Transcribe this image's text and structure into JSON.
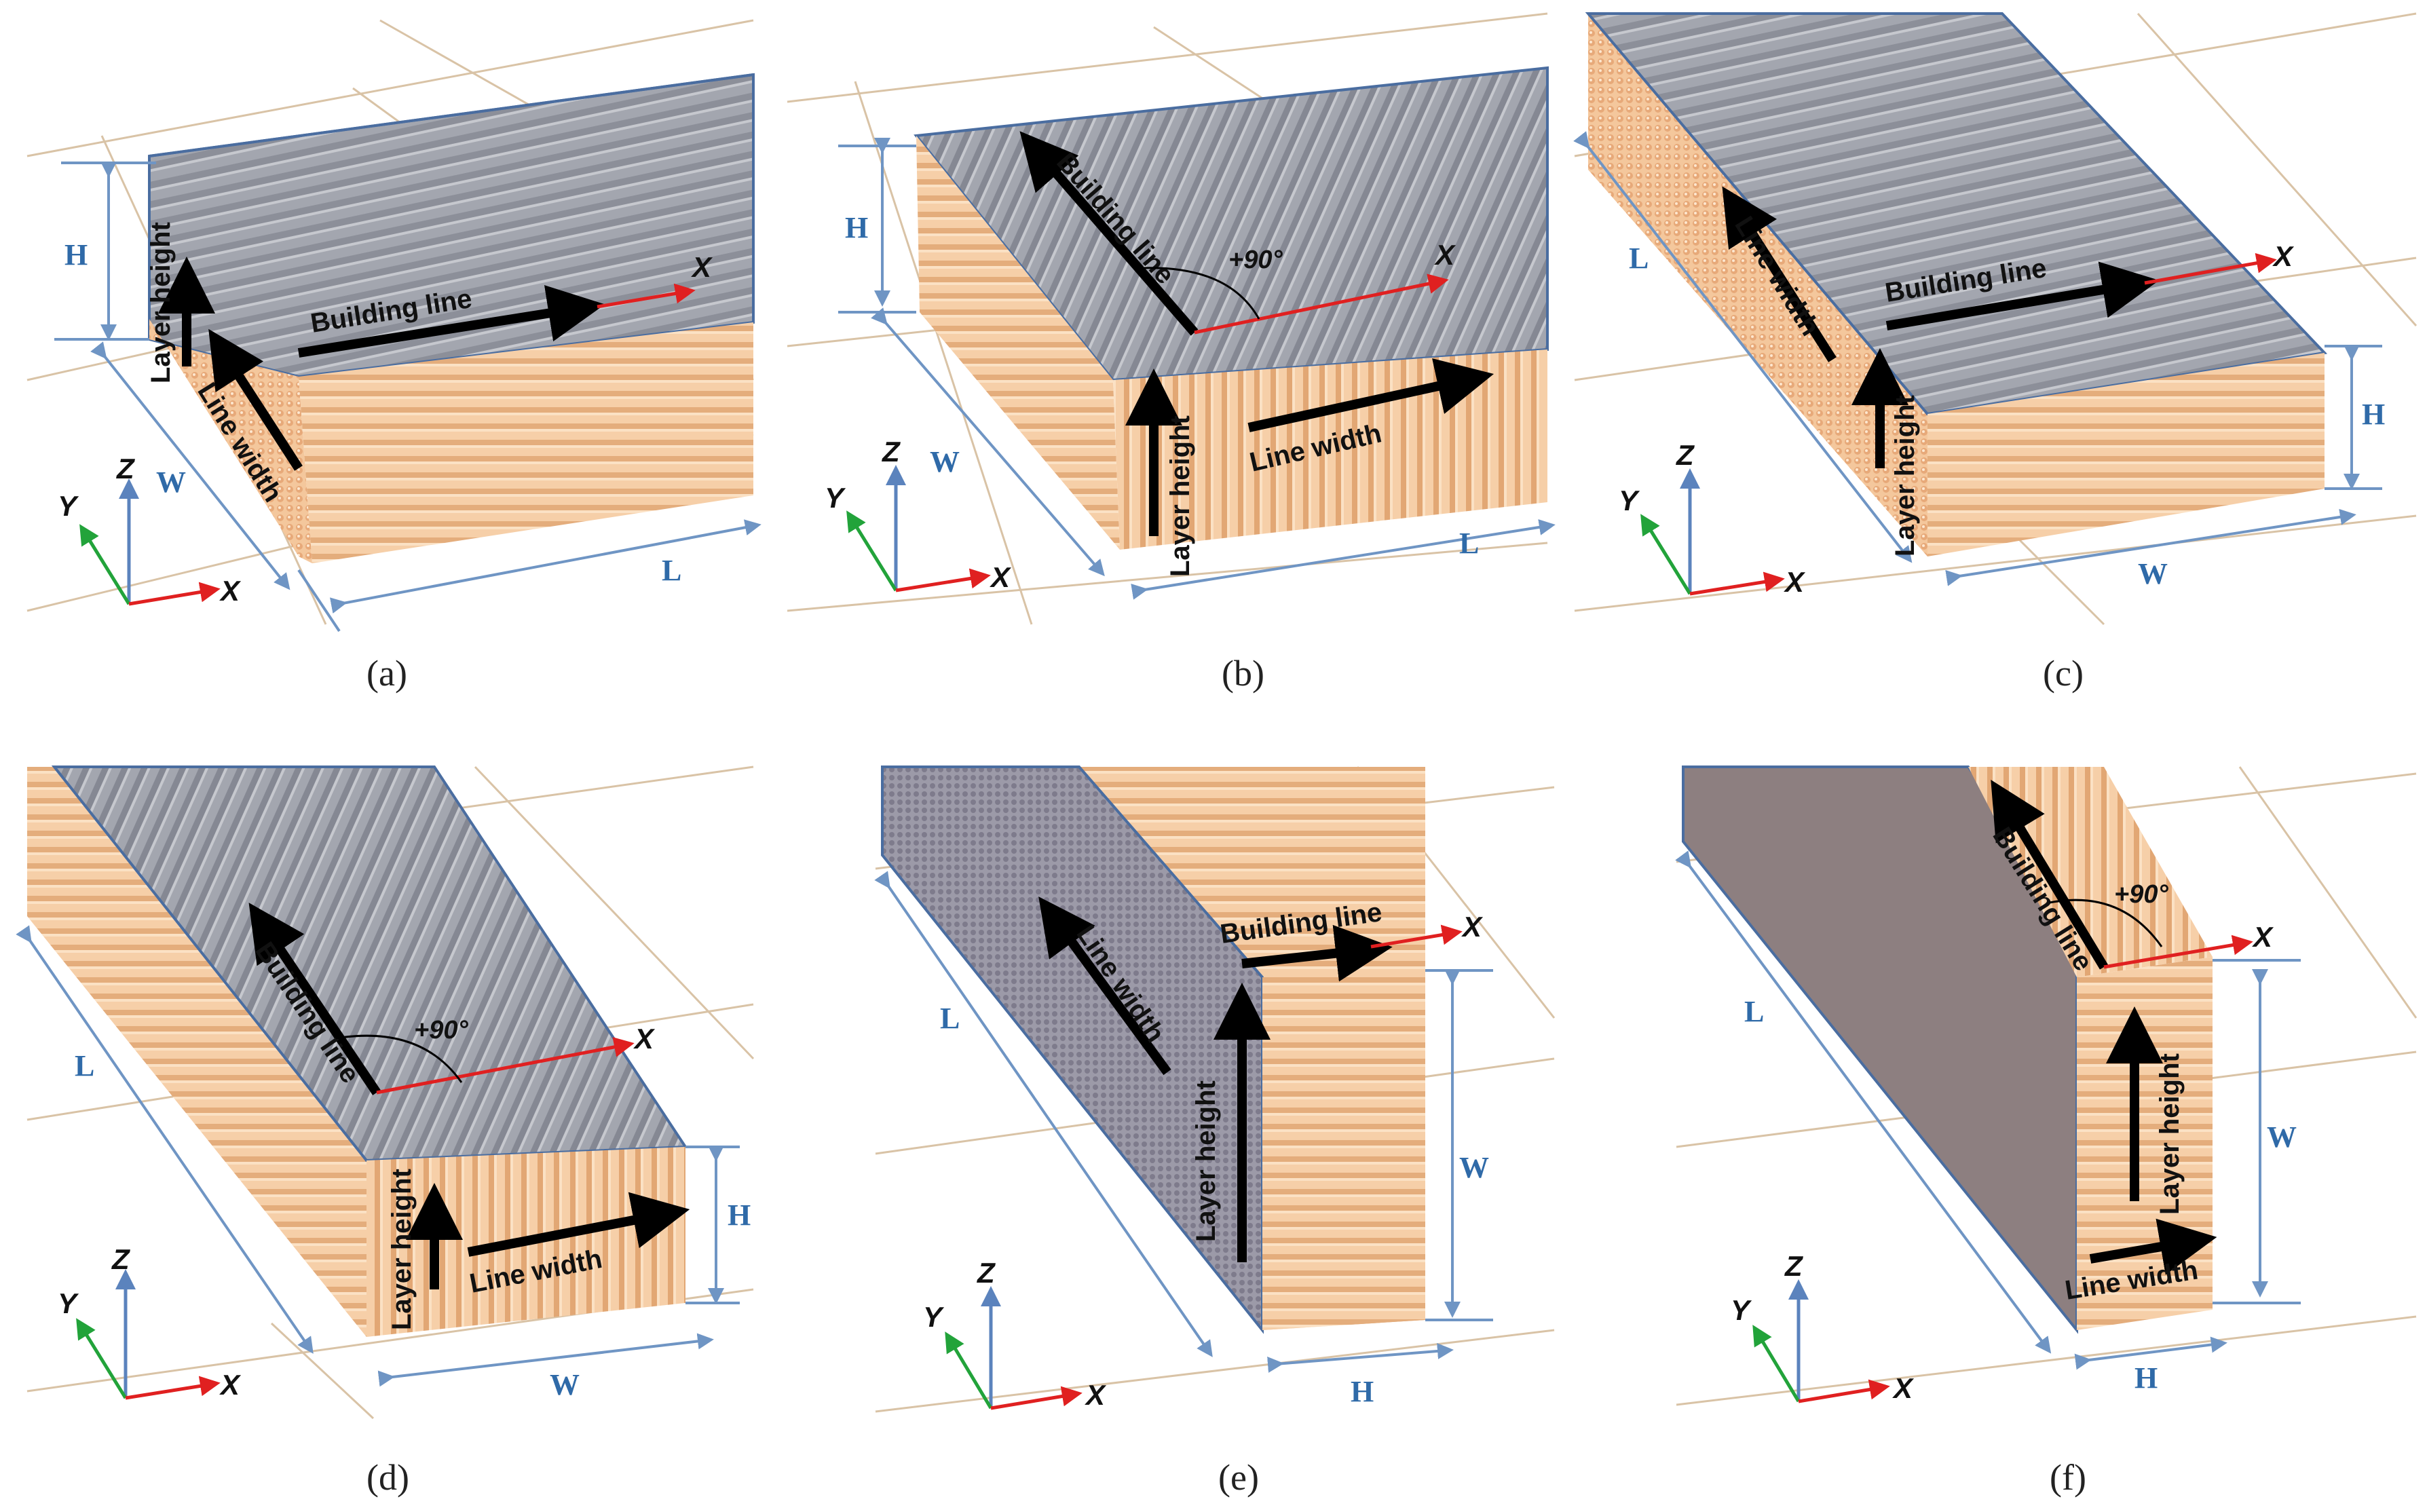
{
  "panels": [
    {
      "id": "a",
      "caption": "(a)",
      "labels": {
        "top": "Building line",
        "vertical": "Layer height",
        "side": "Line width"
      },
      "dims": {
        "h": "H",
        "w": "W",
        "l": "L"
      },
      "angle": ""
    },
    {
      "id": "b",
      "caption": "(b)",
      "labels": {
        "top": "Building line",
        "vertical": "Layer height",
        "side": "Line width"
      },
      "dims": {
        "h": "H",
        "w": "W",
        "l": "L"
      },
      "angle": "+90°"
    },
    {
      "id": "c",
      "caption": "(c)",
      "labels": {
        "top": "Building line",
        "vertical": "Layer height",
        "side": "Line width"
      },
      "dims": {
        "h": "H",
        "w": "W",
        "l": "L"
      },
      "angle": ""
    },
    {
      "id": "d",
      "caption": "(d)",
      "labels": {
        "top": "Building line",
        "vertical": "Layer height",
        "side": "Line width"
      },
      "dims": {
        "h": "H",
        "w": "W",
        "l": "L"
      },
      "angle": "+90°"
    },
    {
      "id": "e",
      "caption": "(e)",
      "labels": {
        "top": "Building line",
        "vertical": "Layer height",
        "side": "Line width"
      },
      "dims": {
        "h": "H",
        "w": "W",
        "l": "L"
      },
      "angle": ""
    },
    {
      "id": "f",
      "caption": "(f)",
      "labels": {
        "top": "Building line",
        "vertical": "Layer height",
        "side": "Line width"
      },
      "dims": {
        "h": "H",
        "w": "W",
        "l": "L"
      },
      "angle": "+90°"
    }
  ],
  "axes": {
    "x": "X",
    "y": "Y",
    "z": "Z"
  },
  "colors": {
    "top_face": "#9fa3ad",
    "side_face": "#f3c9a0",
    "dim_line": "#6f95c4",
    "x_arrow": "#e02020",
    "y_arrow": "#22a33a",
    "z_arrow": "#5b83bd"
  }
}
